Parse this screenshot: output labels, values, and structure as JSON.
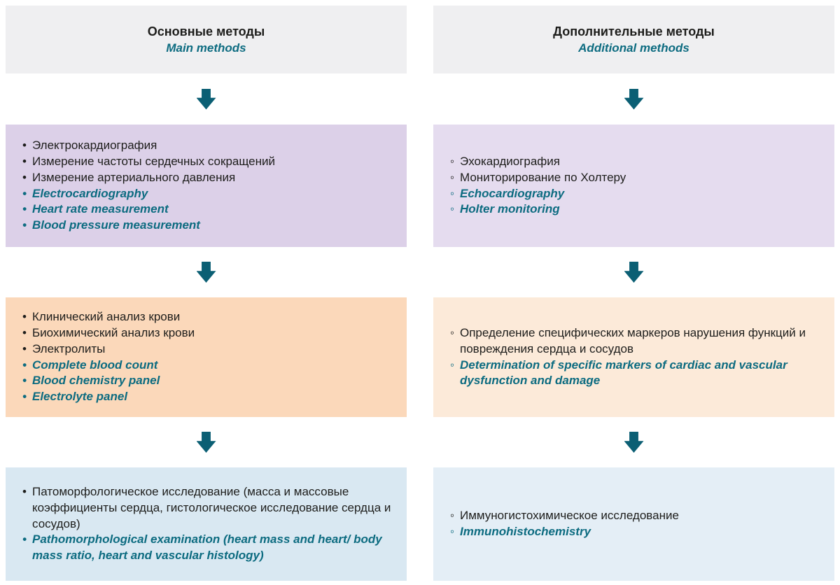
{
  "palette": {
    "header_bg": "#efeff1",
    "arrow": "#0b5f74",
    "teal_text": "#0c6b80",
    "body_text": "#1d1d1b",
    "main_box_colors": [
      "#dcd0e8",
      "#fbd8ba",
      "#d9e8f2"
    ],
    "additional_box_colors": [
      "#e5dcef",
      "#fcead9",
      "#e4eef6"
    ]
  },
  "columns": [
    {
      "header": {
        "title_ru": "Основные методы",
        "title_en": "Main methods"
      },
      "bullet": "•",
      "boxes": [
        {
          "items": [
            {
              "text": "Электрокардиография",
              "lang": "ru"
            },
            {
              "text": "Измерение частоты сердечных сокращений",
              "lang": "ru"
            },
            {
              "text": "Измерение артериального давления",
              "lang": "ru"
            },
            {
              "text": "Electrocardiography",
              "lang": "en"
            },
            {
              "text": "Heart rate measurement",
              "lang": "en"
            },
            {
              "text": "Blood pressure measurement",
              "lang": "en"
            }
          ]
        },
        {
          "items": [
            {
              "text": "Клинический анализ крови",
              "lang": "ru"
            },
            {
              "text": "Биохимический анализ крови",
              "lang": "ru"
            },
            {
              "text": "Электролиты",
              "lang": "ru"
            },
            {
              "text": "Complete blood count",
              "lang": "en"
            },
            {
              "text": "Blood chemistry panel",
              "lang": "en"
            },
            {
              "text": "Electrolyte panel",
              "lang": "en"
            }
          ]
        },
        {
          "items": [
            {
              "text": "Патоморфологическое исследование (масса и массовые коэффициенты сердца, гистологическое исследование сердца и сосудов)",
              "lang": "ru"
            },
            {
              "text": "Pathomorphological examination (heart mass and heart/ body mass ratio, heart and vascular histology)",
              "lang": "en"
            }
          ]
        }
      ]
    },
    {
      "header": {
        "title_ru": "Дополнительные методы",
        "title_en": "Additional methods"
      },
      "bullet": "◦",
      "boxes": [
        {
          "items": [
            {
              "text": "Эхокардиография",
              "lang": "ru"
            },
            {
              "text": "Мониторирование по Холтеру",
              "lang": "ru"
            },
            {
              "text": "Echocardiography",
              "lang": "en"
            },
            {
              "text": "Holter monitoring",
              "lang": "en"
            }
          ]
        },
        {
          "items": [
            {
              "text": "Определение специфических маркеров нарушения функций и повреждения сердца и сосудов",
              "lang": "ru"
            },
            {
              "text": "Determination of specific markers of cardiac and vascular dysfunction and damage",
              "lang": "en"
            }
          ]
        },
        {
          "items": [
            {
              "text": "Иммуногистохимическое исследование",
              "lang": "ru"
            },
            {
              "text": "Immunohistochemistry",
              "lang": "en"
            }
          ]
        }
      ]
    }
  ]
}
